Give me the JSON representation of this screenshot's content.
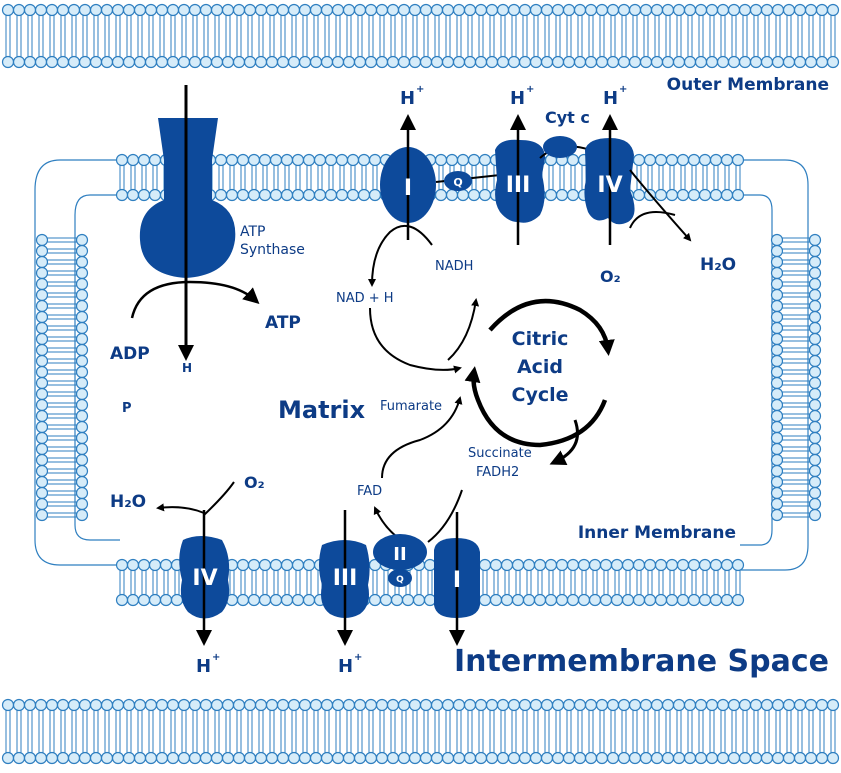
{
  "labels": {
    "outer_membrane": "Outer Membrane",
    "inner_membrane": "Inner Membrane",
    "intermembrane_space": "Intermembrane Space",
    "matrix": "Matrix",
    "atp_synthase": [
      "ATP",
      "Synthase"
    ],
    "atp": "ATP",
    "adp": "ADP",
    "p": "P",
    "h": "H",
    "nadh": "NADH",
    "nad_h": "NAD + H",
    "citric_acid_cycle": [
      "Citric",
      "Acid",
      "Cycle"
    ],
    "fumarate": "Fumarate",
    "succinate": "Succinate",
    "fadh2": "FADH2",
    "fad": "FAD",
    "cyt_c": "Cyt c",
    "h2o": "H₂O",
    "o2": "O₂",
    "h_plus": "H",
    "plus": "+",
    "q": "Q"
  },
  "complexes": {
    "I": "I",
    "II": "II",
    "III": "III",
    "IV": "IV"
  },
  "colors": {
    "complex_fill": "#0d4a9b",
    "label": "#0d3b85",
    "lipid_head_fill": "#d6ecf9",
    "lipid_head_stroke": "#2f7fc0",
    "membrane_line": "#2f7fc0",
    "arrow": "#000000"
  }
}
